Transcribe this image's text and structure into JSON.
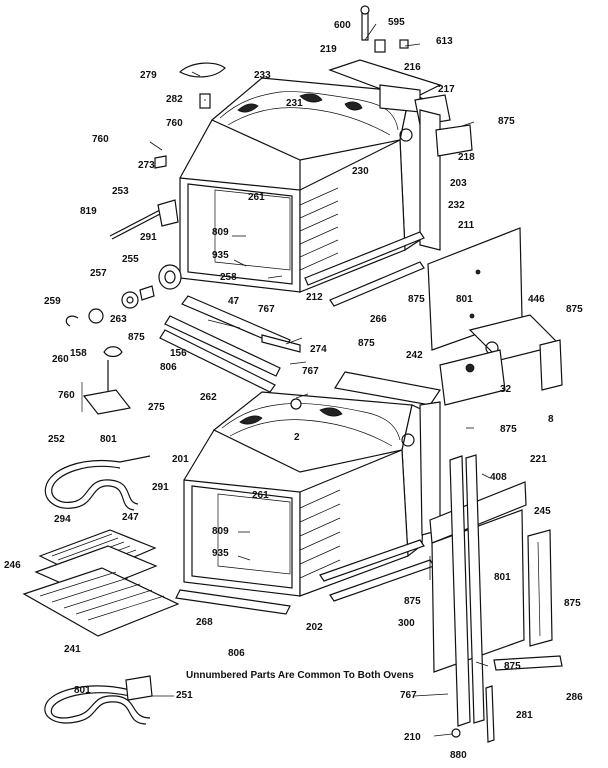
{
  "parts": [
    "600",
    "595",
    "613",
    "219",
    "216",
    "279",
    "233",
    "282",
    "217",
    "231",
    "760",
    "875",
    "218",
    "760",
    "273",
    "230",
    "203",
    "253",
    "261",
    "232",
    "211",
    "819",
    "809",
    "291",
    "935",
    "255",
    "257",
    "258",
    "446",
    "875",
    "801",
    "875",
    "259",
    "263",
    "47",
    "767",
    "212",
    "266",
    "875",
    "156",
    "158",
    "260",
    "274",
    "875",
    "242",
    "767",
    "806",
    "262",
    "32",
    "760",
    "275",
    "8",
    "2",
    "875",
    "252",
    "801",
    "201",
    "221",
    "408",
    "291",
    "261",
    "294",
    "247",
    "245",
    "809",
    "935",
    "246",
    "801",
    "875",
    "875",
    "241",
    "268",
    "806",
    "202",
    "300",
    "875",
    "767",
    "286",
    "281",
    "210",
    "880",
    "801",
    "251"
  ],
  "note": "Unnumbered Parts Are Common To Both Ovens"
}
